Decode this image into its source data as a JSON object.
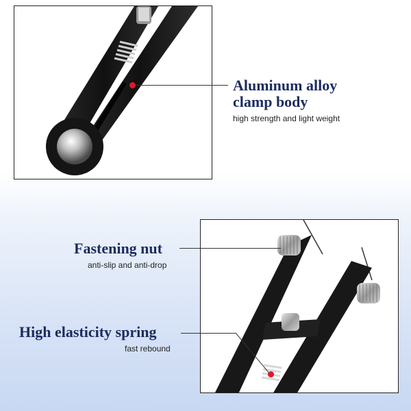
{
  "callouts": {
    "aluminum": {
      "title_line1": "Aluminum alloy",
      "title_line2": "clamp body",
      "subtitle": "high strength and light weight"
    },
    "nut": {
      "title": "Fastening nut",
      "subtitle": "anti-slip and anti-drop"
    },
    "spring": {
      "title": "High elasticity spring",
      "subtitle": "fast rebound"
    }
  },
  "colors": {
    "heading": "#1d2c5e",
    "marker": "#e0182a",
    "tool_body": "#1a1a1a"
  },
  "icons": [
    "tweezer-photo",
    "tweezer-closeup-photo"
  ]
}
